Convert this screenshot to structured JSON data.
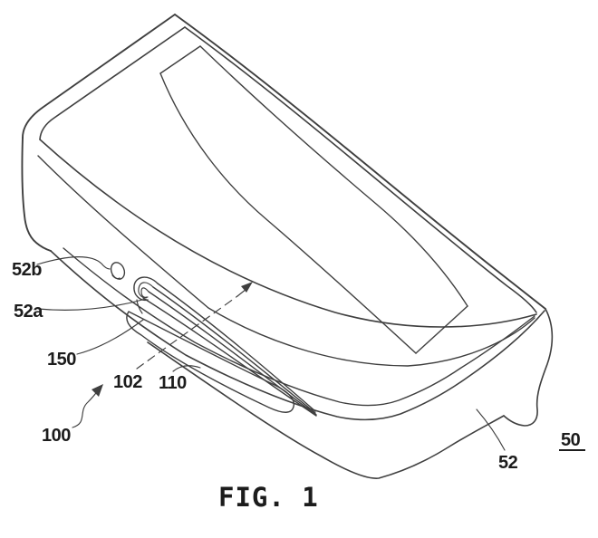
{
  "figure": {
    "kind": "patent-line-drawing",
    "caption": "FIG. 1",
    "reference_labels": {
      "l52b": "52b",
      "l52a": "52a",
      "l150": "150",
      "l102": "102",
      "l110": "110",
      "l100": "100",
      "l52": "52",
      "l50": "50"
    },
    "colors": {
      "line": "#3f3f3f",
      "ink": "#1c1c1c",
      "background": "#ffffff"
    }
  }
}
